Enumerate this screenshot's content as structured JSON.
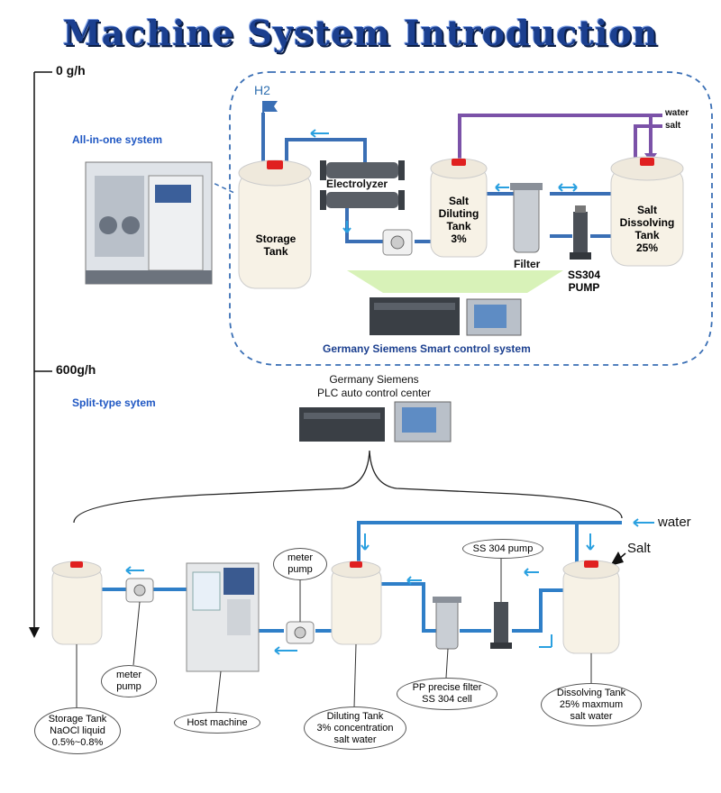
{
  "title": "Machine System Introduction",
  "scale": {
    "top": "0 g/h",
    "mid": "600g/h"
  },
  "section1": {
    "name": "All-in-one system",
    "h2": "H2",
    "water": "water",
    "salt": "salt",
    "storage_tank": "Storage\nTank",
    "electrolyzer": "Electrolyzer",
    "salt_diluting_tank": "Salt\nDiluting\nTank\n3%",
    "filter": "Filter",
    "salt_dissolving_tank": "Salt\nDissolving\nTank\n25%",
    "pump": "SS304\nPUMP",
    "control": "Germany Siemens Smart control system"
  },
  "section2": {
    "name": "Split-type sytem",
    "plc": "Germany Siemens\nPLC auto control center",
    "water": "water",
    "salt": "Salt",
    "meter_pump_top": "meter\npump",
    "ss304_pump": "SS 304 pump",
    "meter_pump_bottom": "meter\npump",
    "storage_tank": "Storage Tank\nNaOCl liquid\n0.5%~0.8%",
    "host_machine": "Host machine",
    "diluting_tank": "Diluting Tank\n3% concentration\nsalt water",
    "filter": "PP precise filter\nSS 304 cell",
    "dissolving_tank": "Dissolving Tank\n25% maxmum\nsalt water"
  },
  "colors": {
    "title": "#1b3f8f",
    "pipe": "#3a6fb5",
    "salt_pipe": "#7b52a8",
    "water_arrow": "#2aa0e0",
    "cap": "#e02020",
    "dash": "#3a6fb5"
  }
}
